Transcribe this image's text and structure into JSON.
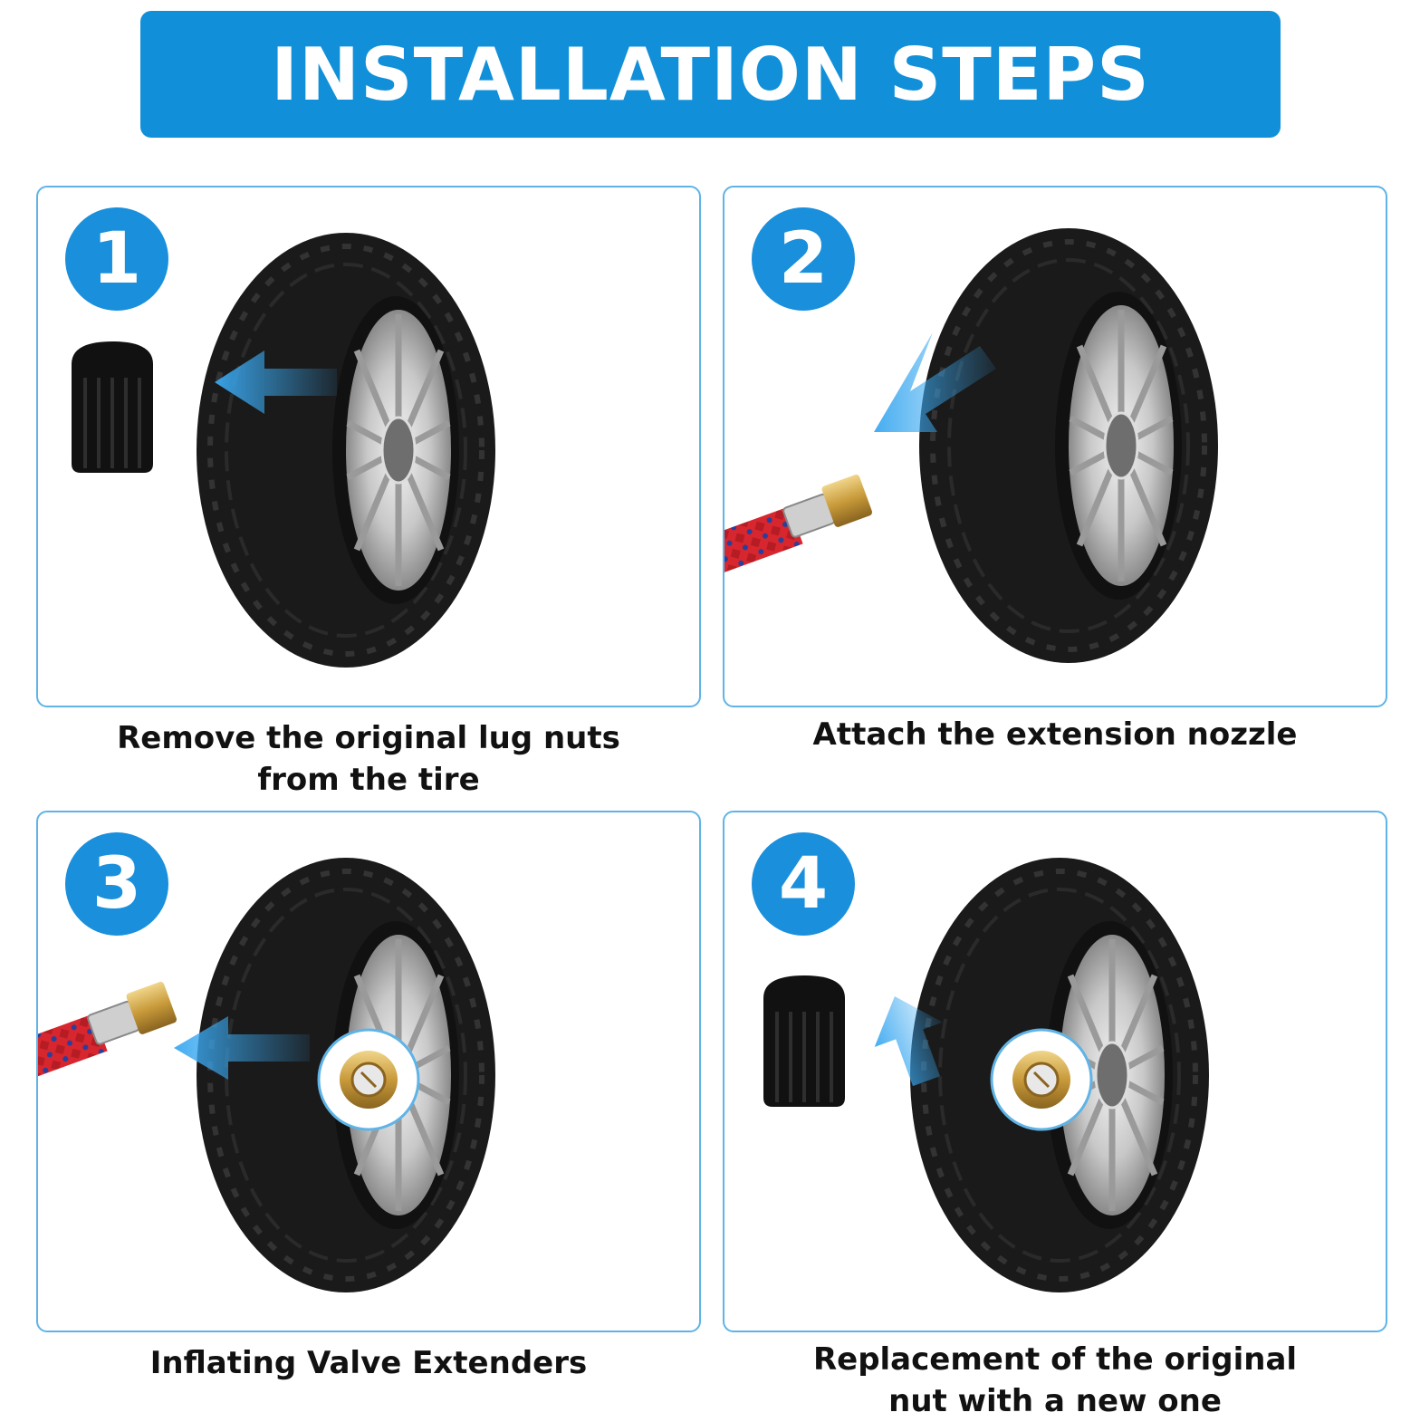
{
  "header": {
    "title": "INSTALLATION STEPS"
  },
  "colors": {
    "accent": "#1190d9",
    "panel_border": "#5fb3e6"
  },
  "steps": [
    {
      "number": "1",
      "caption_line1": "Remove the original lug nuts",
      "caption_line2": "from the tire"
    },
    {
      "number": "2",
      "caption_line1": "Attach the extension nozzle",
      "caption_line2": ""
    },
    {
      "number": "3",
      "caption_line1": "Inflating Valve Extenders",
      "caption_line2": ""
    },
    {
      "number": "4",
      "caption_line1": "Replacement of the original",
      "caption_line2": "nut with a new one"
    }
  ]
}
